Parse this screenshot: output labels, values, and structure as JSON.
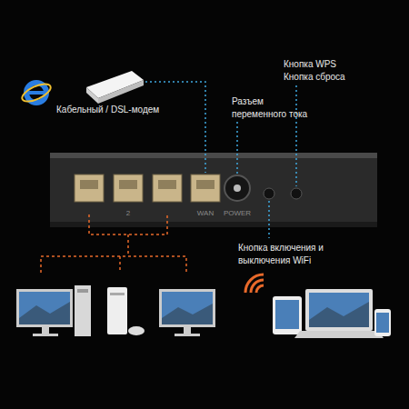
{
  "diagram": {
    "labels": [
      "Кабельный / DSL-модем",
      "Разъем переменного тока",
      "Кнопка WPS",
      "Кнопка сброса",
      "2",
      "WAN",
      "POWER",
      "Кнопка включения и выключения WiFi"
    ]
  }
}
